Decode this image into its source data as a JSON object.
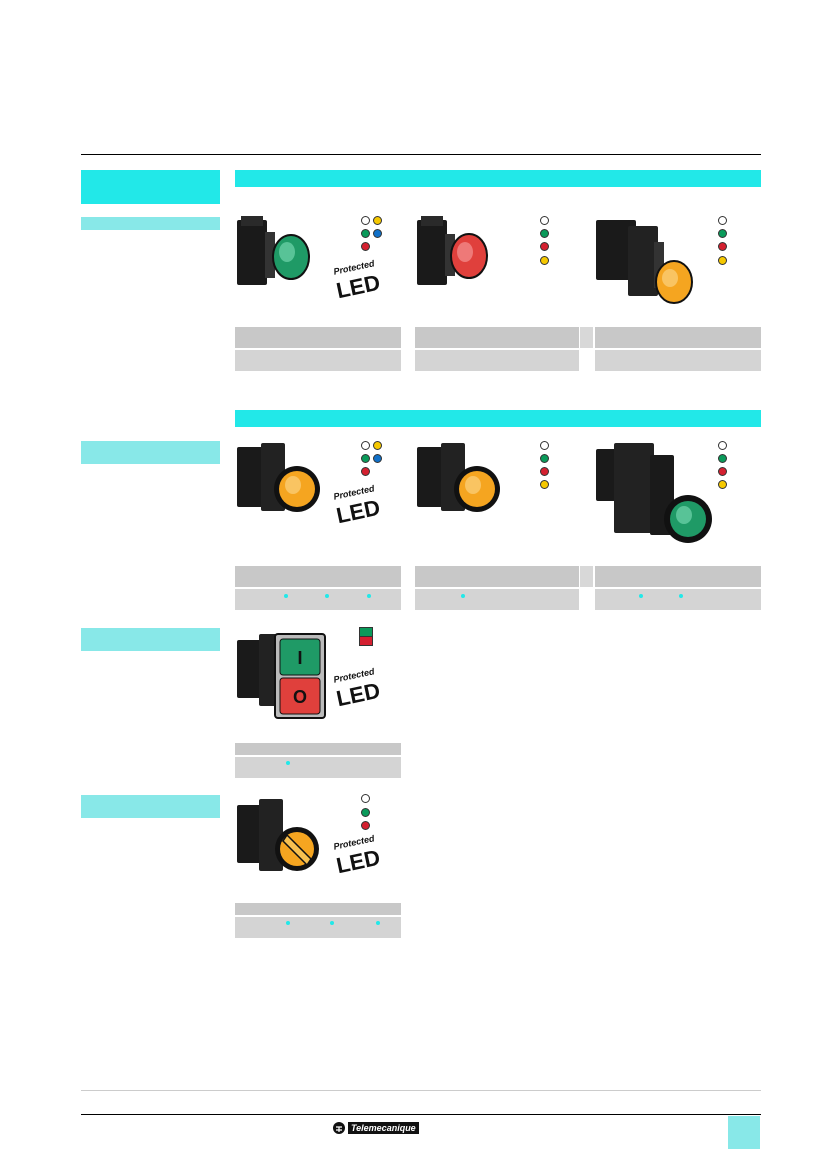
{
  "brand": {
    "name": "Telemecanique",
    "logo_icon": "telemecanique-logo-icon"
  },
  "colors": {
    "section": "#22e8e8",
    "side_bar": "#88e8e8",
    "cell_dark": "#c8c8c8",
    "cell_light": "#d4d4d4",
    "led_white": "#ffffff",
    "led_yellow": "#f5c800",
    "led_green": "#0a9a5a",
    "led_blue": "#1070c8",
    "led_red": "#d42030"
  },
  "badges": {
    "protected_label": "Protected",
    "led_label": "LED"
  },
  "sections": [
    {
      "name": "pilot-lights",
      "products": [
        {
          "icon": "green-pilot-light-icon",
          "led_colors": [
            "white",
            "yellow",
            "green",
            "blue",
            "red"
          ],
          "badge": true
        },
        {
          "icon": "red-pilot-light-icon",
          "led_colors": [
            "white",
            "green",
            "red",
            "yellow"
          ],
          "badge": false
        },
        {
          "icon": "amber-pilot-light-with-transformer-icon",
          "led_colors": [
            "white",
            "green",
            "red",
            "yellow"
          ],
          "badge": false
        }
      ]
    },
    {
      "name": "illuminated-pushbuttons",
      "products": [
        {
          "icon": "amber-illuminated-pushbutton-icon",
          "led_colors": [
            "white",
            "yellow",
            "green",
            "blue",
            "red"
          ],
          "badge": true
        },
        {
          "icon": "amber-illuminated-pushbutton-icon",
          "led_colors": [
            "white",
            "green",
            "red",
            "yellow"
          ],
          "badge": false
        },
        {
          "icon": "green-illuminated-pushbutton-with-transformer-icon",
          "led_colors": [
            "white",
            "green",
            "red",
            "yellow"
          ],
          "badge": false
        }
      ]
    },
    {
      "name": "double-headed-pushbutton",
      "products": [
        {
          "icon": "double-headed-pushbutton-icon",
          "start_symbol": "I",
          "stop_symbol": "O",
          "badge": true
        }
      ]
    },
    {
      "name": "illuminated-selector-switch",
      "products": [
        {
          "icon": "illuminated-selector-switch-icon",
          "led_colors": [
            "white",
            "green",
            "red"
          ],
          "badge": true
        }
      ]
    }
  ]
}
